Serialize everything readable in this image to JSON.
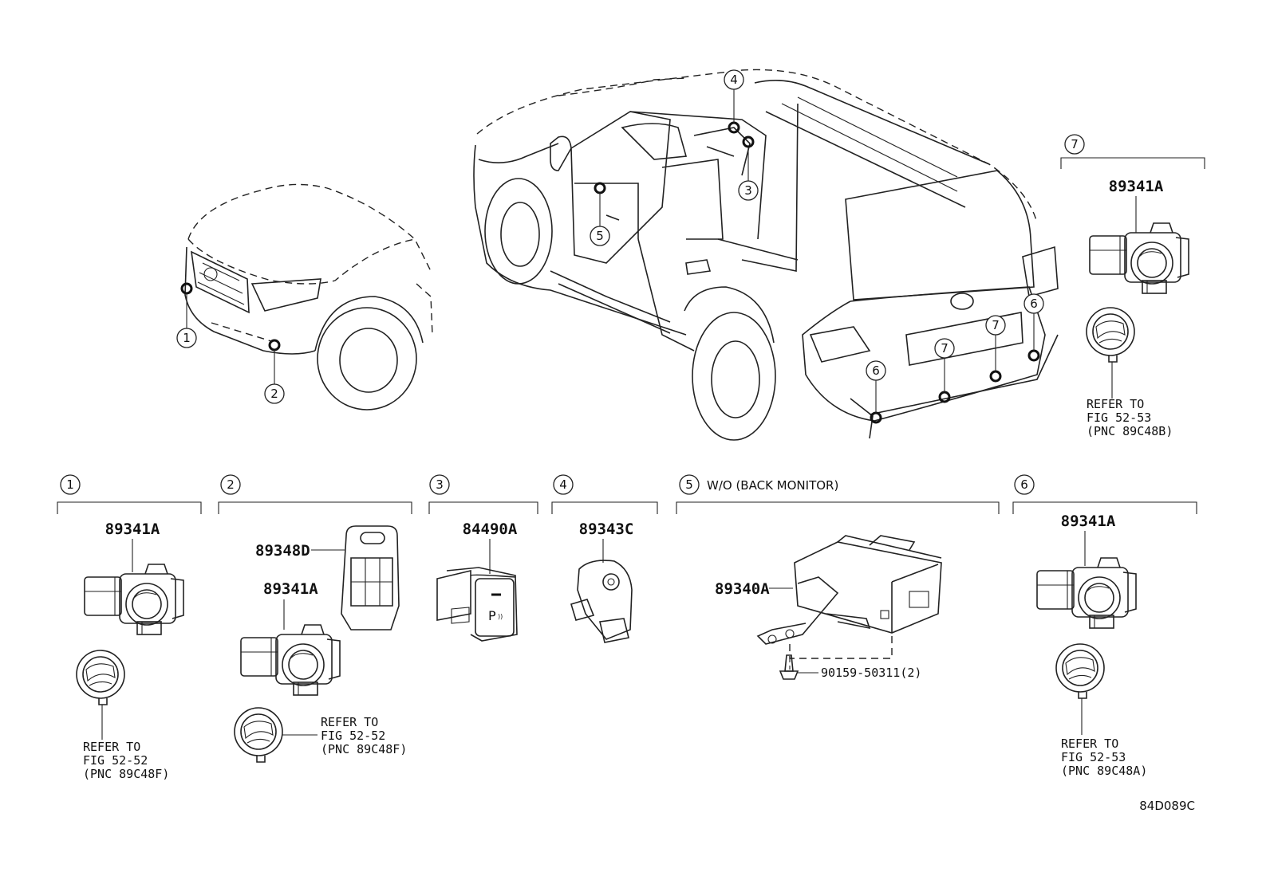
{
  "diagram_id": "84D089C",
  "callouts": [
    {
      "num": "1"
    },
    {
      "num": "2"
    },
    {
      "num": "3"
    },
    {
      "num": "4"
    },
    {
      "num": "5"
    },
    {
      "num": "6"
    },
    {
      "num": "7"
    }
  ],
  "car_callouts": [
    {
      "num": "1"
    },
    {
      "num": "2"
    },
    {
      "num": "3"
    },
    {
      "num": "4"
    },
    {
      "num": "5"
    },
    {
      "num": "6"
    },
    {
      "num": "6"
    },
    {
      "num": "7"
    },
    {
      "num": "7"
    }
  ],
  "sections": {
    "s1": {
      "num": "1",
      "part": "89341A",
      "refer": [
        "REFER TO",
        "FIG 52-52",
        "(PNC 89C48F)"
      ]
    },
    "s2": {
      "num": "2",
      "part_bracket": "89348D",
      "part": "89341A",
      "refer": [
        "REFER TO",
        "FIG 52-52",
        "(PNC 89C48F)"
      ]
    },
    "s3": {
      "num": "3",
      "part": "84490A"
    },
    "s4": {
      "num": "4",
      "part": "89343C"
    },
    "s5": {
      "num": "5",
      "header": "W/O (BACK MONITOR)",
      "part": "89340A",
      "bolt": "90159-50311(2)"
    },
    "s6": {
      "num": "6",
      "part": "89341A",
      "refer": [
        "REFER TO",
        "FIG 52-53",
        "(PNC 89C48A)"
      ]
    },
    "s7": {
      "num": "7",
      "part": "89341A",
      "refer": [
        "REFER TO",
        "FIG 52-53",
        "(PNC 89C48B)"
      ]
    }
  }
}
